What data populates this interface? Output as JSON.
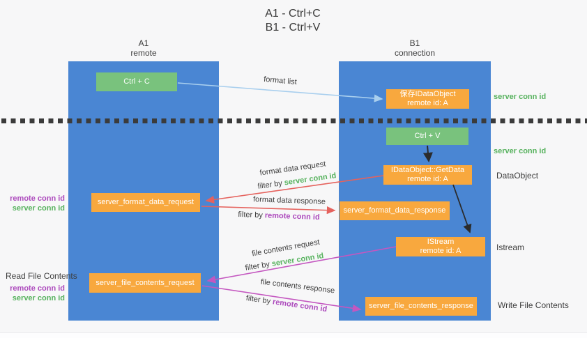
{
  "title": {
    "line1": "A1 - Ctrl+C",
    "line2": "B1 - Ctrl+V"
  },
  "lanes": {
    "left": {
      "name": "A1",
      "subtitle": "remote"
    },
    "right": {
      "name": "B1",
      "subtitle": "connection"
    }
  },
  "nodes": {
    "ctrl_c": "Ctrl + C",
    "ctrl_v": "Ctrl + V",
    "save_idataobject": {
      "line1": "保存IDataObject",
      "line2": "remote id: A"
    },
    "getdata": {
      "line1": "IDataObject::GetData",
      "line2": "remote id: A"
    },
    "istream": {
      "line1": "IStream",
      "line2": "remote id: A"
    },
    "format_request": "server_format_data_request",
    "format_response": "server_format_data_response",
    "file_request": "server_file_contents_request",
    "file_response": "server_file_contents_response"
  },
  "flow_labels": {
    "format_list": "format list",
    "format_data_request": "format data request",
    "format_data_response": "format data response",
    "file_contents_request": "file contents request",
    "file_contents_response": "file contents response",
    "filter_by": "filter by ",
    "server_conn_id": "server conn id",
    "remote_conn_id": "remote conn id"
  },
  "side_labels": {
    "server_conn_id_top": "server conn id",
    "server_conn_id_mid": "server conn id",
    "dataobject": "DataObject",
    "istream": "Istream",
    "write_file_contents": "Write File Contents",
    "read_file_contents": "Read File Contents",
    "remote_conn_id": "remote conn id",
    "server_conn_id": "server conn id"
  },
  "colors": {
    "lane_blue": "#4a86d3",
    "node_green": "#79c27d",
    "node_orange": "#f8a83e",
    "arrow_light_blue": "#a9cfee",
    "arrow_red": "#e5625d",
    "arrow_magenta": "#c457c0",
    "arrow_black": "#2b2b2b",
    "text_green": "#57b25e",
    "text_purple": "#ad4bbd",
    "background": "#f7f7f8"
  }
}
